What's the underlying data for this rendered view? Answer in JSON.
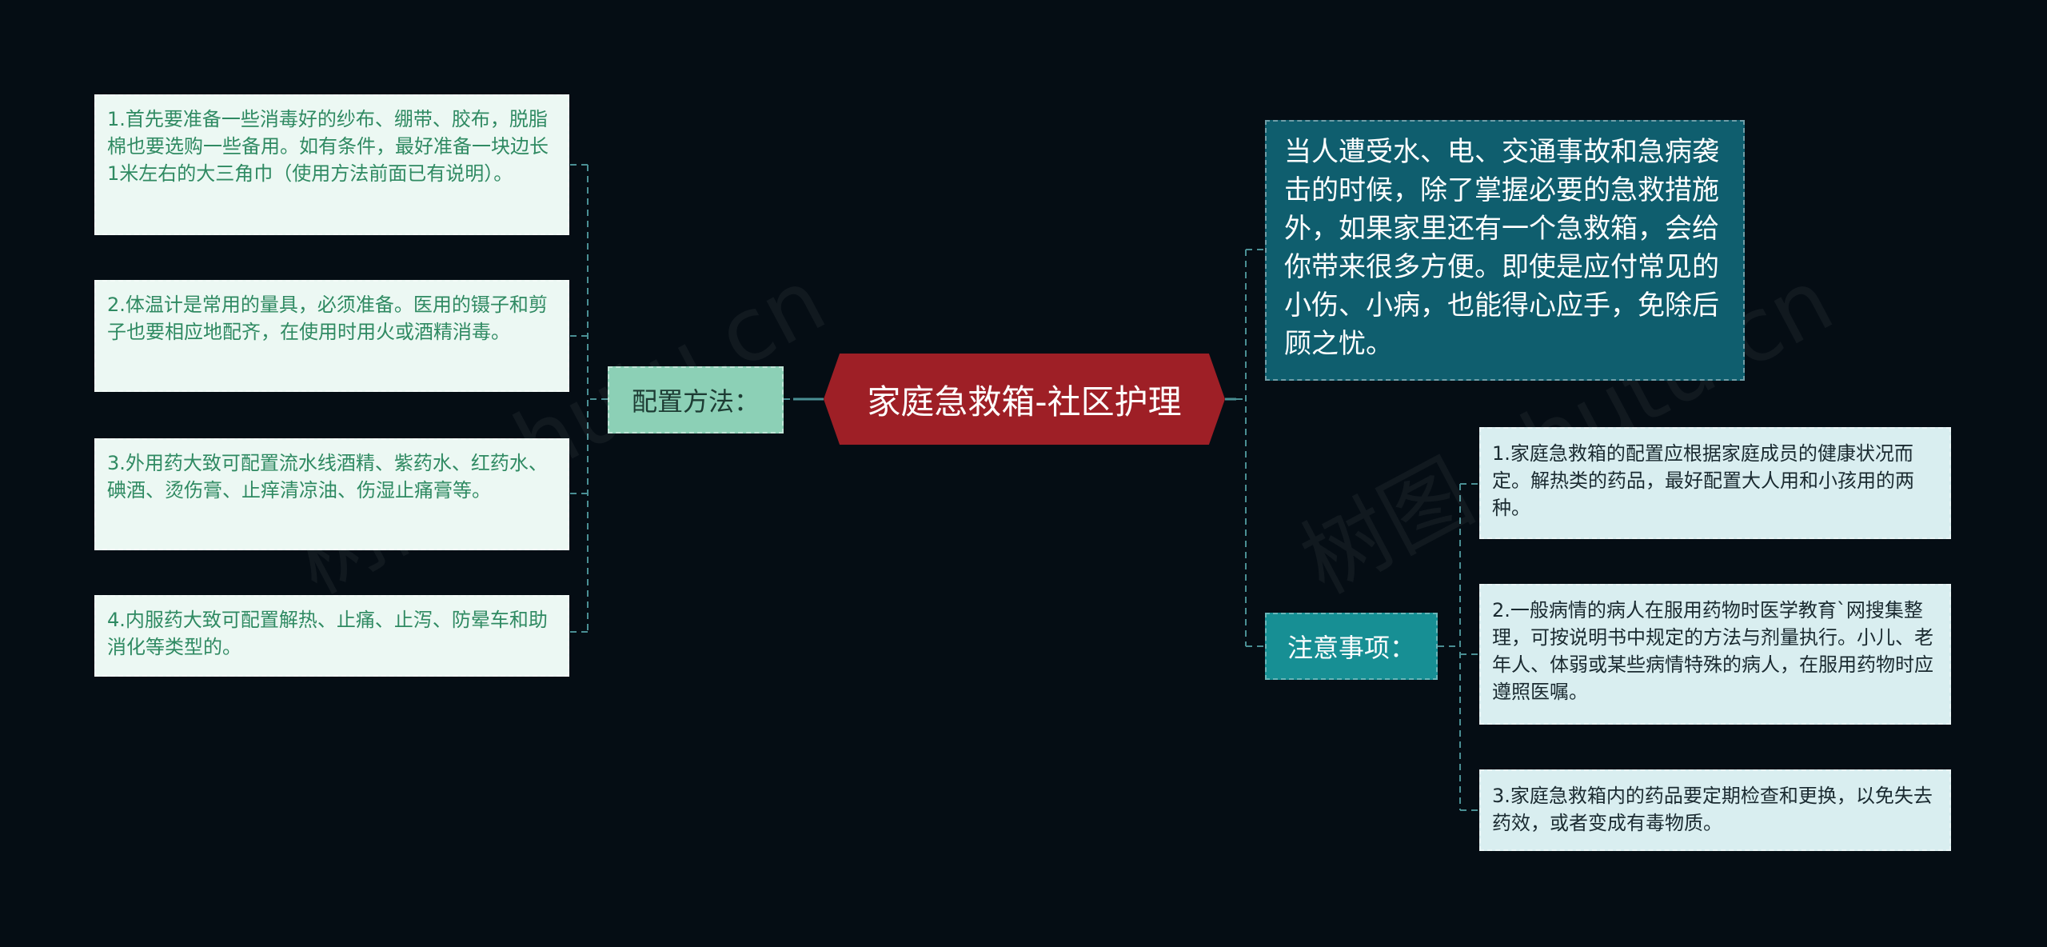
{
  "center": {
    "title": "家庭急救箱-社区护理"
  },
  "left_branch": {
    "label": "配置方法：",
    "items": [
      "1.首先要准备一些消毒好的纱布、绷带、胶布，脱脂棉也要选购一些备用。如有条件，最好准备一块边长1米左右的大三角巾（使用方法前面已有说明）。",
      "2.体温计是常用的量具，必须准备。医用的镊子和剪子也要相应地配齐，在使用时用火或酒精消毒。",
      "3.外用药大致可配置流水线酒精、紫药水、红药水、碘酒、烫伤膏、止痒清凉油、伤湿止痛膏等。",
      "4.内服药大致可配置解热、止痛、止泻、防晕车和助消化等类型的。"
    ]
  },
  "right_info": {
    "text": "当人遭受水、电、交通事故和急病袭击的时候，除了掌握必要的急救措施外，如果家里还有一个急救箱，会给你带来很多方便。即使是应付常见的小伤、小病，也能得心应手，免除后顾之忧。"
  },
  "right_branch": {
    "label": "注意事项：",
    "items": [
      "1.家庭急救箱的配置应根据家庭成员的健康状况而定。解热类的药品，最好配置大人用和小孩用的两种。",
      "2.一般病情的病人在服用药物时医学教育`网搜集整理，可按说明书中规定的方法与剂量执行。小儿、老年人、体弱或某些病情特殊的病人，在服用药物时应遵照医嘱。",
      "3.家庭急救箱内的药品要定期检查和更换，以免失去药效，或者变成有毒物质。"
    ]
  },
  "watermark": {
    "text": "树图 shutu.cn"
  },
  "colors": {
    "background": "#050d14",
    "center": "#9e1f26",
    "left_branch": "#8cd0b6",
    "left_leaf": "#ecf8f3",
    "left_leaf_text": "#2f8a62",
    "right_branch": "#178f94",
    "info_box": "#0f5e6e",
    "right_leaf": "#d9eef0",
    "connector": "#4a8f94"
  }
}
